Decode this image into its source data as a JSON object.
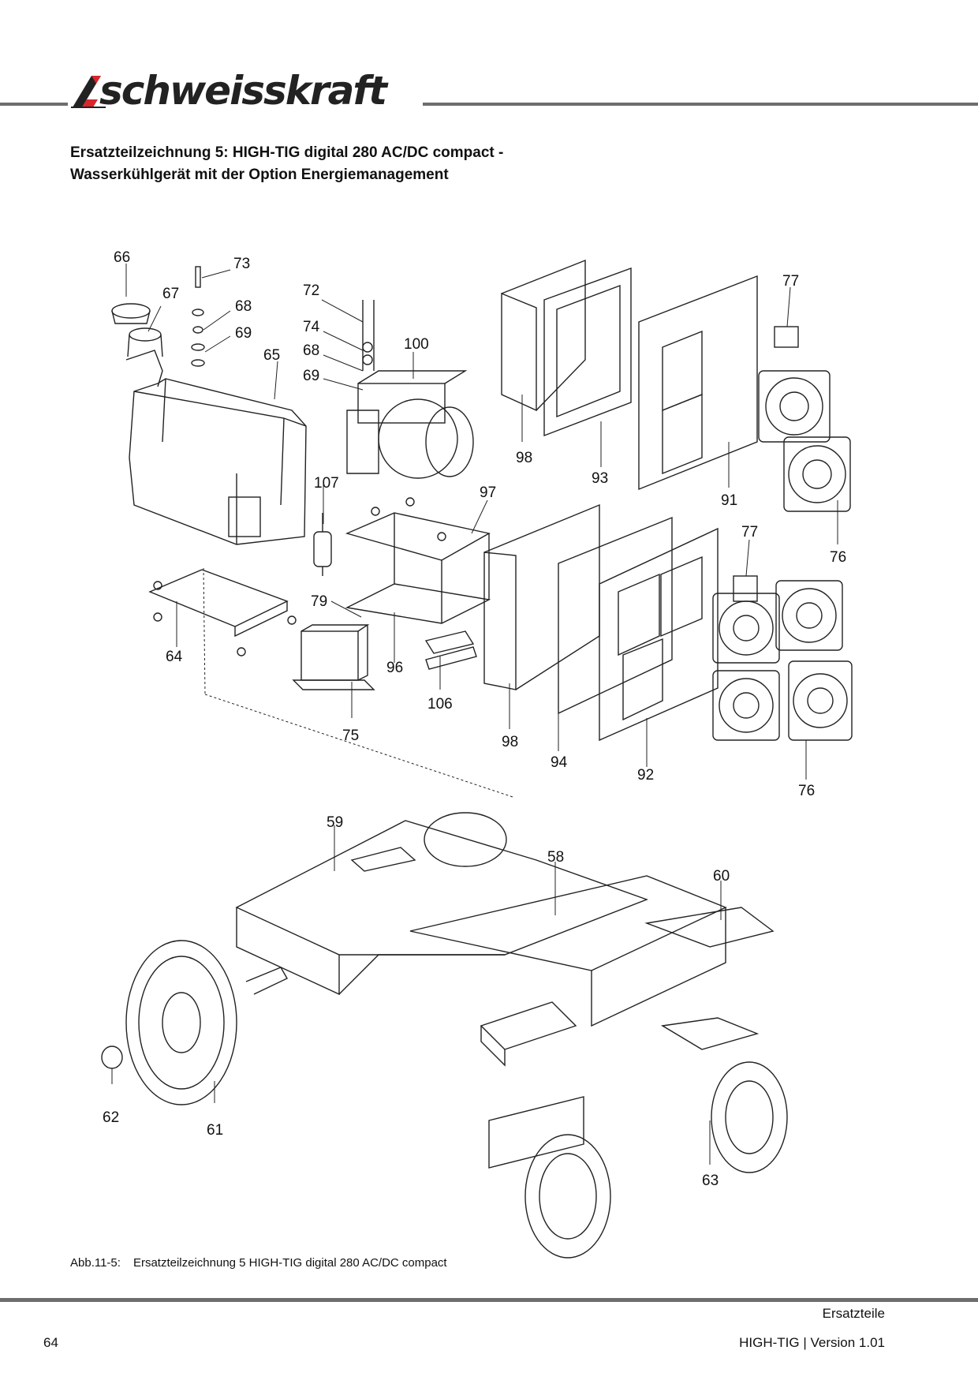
{
  "header": {
    "brand": "schweisskraft"
  },
  "title": {
    "line1": "Ersatzteilzeichnung 5: HIGH-TIG digital 280 AC/DC compact -",
    "line2": "Wasserkühlgerät mit der Option Energiemanagement"
  },
  "callouts": {
    "c66": "66",
    "c73": "73",
    "c67": "67",
    "c68a": "68",
    "c69a": "69",
    "c65": "65",
    "c72": "72",
    "c74": "74",
    "c68b": "68",
    "c69b": "69",
    "c100": "100",
    "c77a": "77",
    "c98a": "98",
    "c93": "93",
    "c91": "91",
    "c76a": "76",
    "c107": "107",
    "c97": "97",
    "c77b": "77",
    "c79": "79",
    "c64": "64",
    "c96": "96",
    "c106": "106",
    "c75": "75",
    "c98b": "98",
    "c94": "94",
    "c92": "92",
    "c76b": "76",
    "c59": "59",
    "c58": "58",
    "c60": "60",
    "c62": "62",
    "c61": "61",
    "c63": "63"
  },
  "caption": {
    "label": "Abb.11-5:",
    "text": "Ersatzteilzeichnung 5 HIGH-TIG digital 280 AC/DC compact"
  },
  "footer": {
    "section": "Ersatzteile",
    "page": "64",
    "version": "HIGH-TIG | Version 1.01"
  }
}
